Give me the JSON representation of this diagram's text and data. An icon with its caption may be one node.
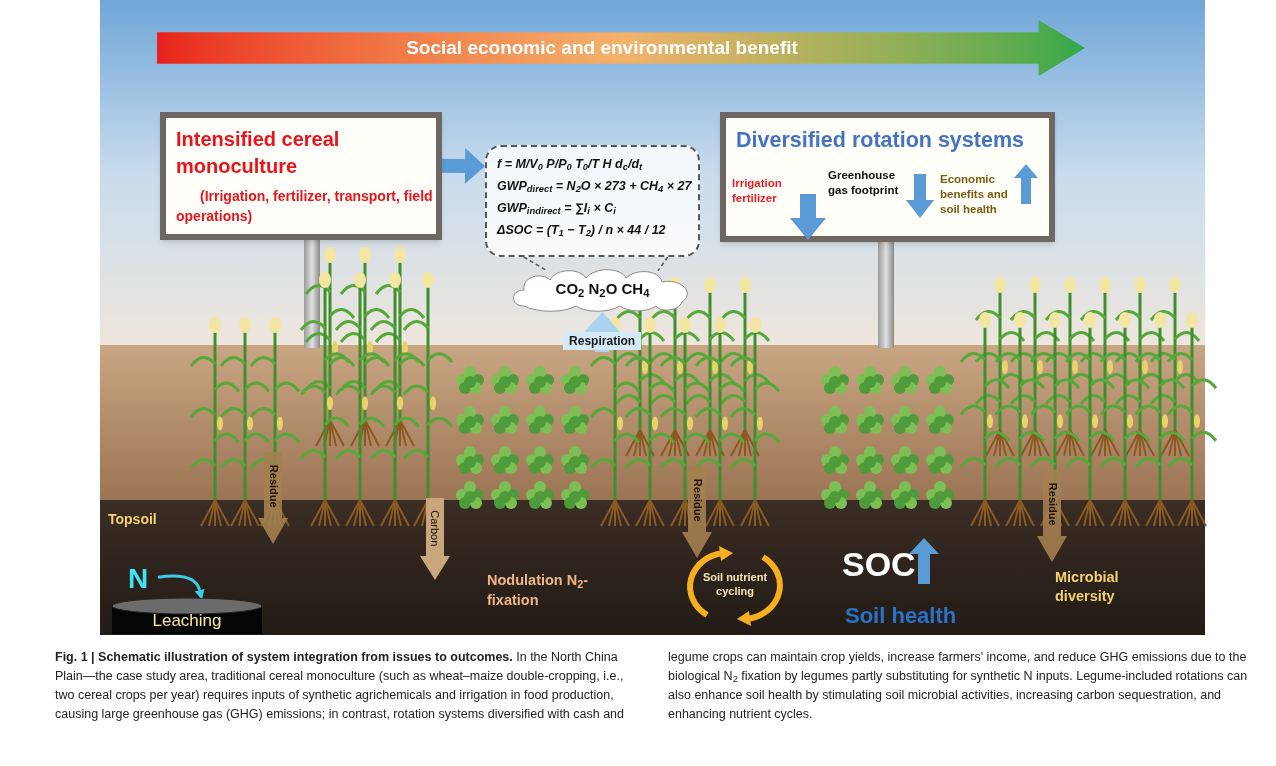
{
  "diagram": {
    "caption": "**Fig. 1 | Schematic illustration of system integration from issues to outcomes.** In the North China Plain—the case study area, traditional cereal monoculture (such as wheat–maize double-cropping, i.e., two cereal crops per year) requires inputs of synthetic agrichemicals and irrigation in food production, causing large greenhouse gas (GHG) emissions; in contrast, rotation systems diversified with cash and legume crops can maintain crop yields, increase farmers' income, and reduce GHG emissions due to the biological N$_{2}$ fixation by legumes partly substituting for synthetic N inputs. Legume-included rotations can also enhance soil health by stimulating soil microbial activities, increasing carbon sequestration, and enhancing nutrient cycles.",
    "nodes": [
      {
        "text": [
          "Intensified cereal monoculture",
          "(Irrigation, fertilizer, transport, field operations)"
        ]
      },
      {
        "text": [
          "f = M/V$_{0}$ P/P$_{0}$ T$_{0}$/T H d$_{c}$/d$_{t}$",
          "GWP$_{direct}$ = N$_{2}$O × 273 + CH$_{4}$ × 27",
          "GWP$_{indirect}$ = ∑I$_{i}$ × C$_{i}$",
          "ΔSOC = (T$_{1}$ − T$_{2}$) / n × 44 / 12"
        ]
      },
      {
        "text": [
          "CO$_{2}$ N$_{2}$O CH$_{4}$"
        ]
      },
      {
        "text": [
          "Diversified rotation systems",
          "Irrigation fertilizer",
          "Greenhouse gas footprint",
          "Economic benefits and soil health"
        ]
      },
      {
        "text": [
          "N"
        ]
      },
      {
        "text": [
          "Leaching"
        ]
      }
    ],
    "edges": [
      {
        "from": 0,
        "to": 1,
        "arrow": "to",
        "style": "thick",
        "color": "#5b9bd5"
      },
      {
        "from": 1,
        "to": 2,
        "arrow": "none",
        "style": "dashed",
        "color": "#555555"
      },
      {
        "from": 1,
        "to": 2,
        "arrow": "none",
        "style": "dashed",
        "color": "#555555"
      },
      {
        "from": null,
        "to": 2,
        "arrow": "to",
        "label": "Respiration",
        "style": "thick",
        "color": "#a9d3ee"
      },
      {
        "from": 4,
        "to": 5,
        "arrow": "to",
        "color": "#3ccbe6"
      }
    ],
    "labels": [
      "Social economic and environmental benefit",
      "Topsoil",
      "Residue",
      "Carbon",
      "Nodulation N$_{2}$-fixation",
      "Residue",
      "Soil nutrient cycling",
      "SOC",
      "Soil health",
      "Residue",
      "Microbial diversity"
    ]
  }
}
